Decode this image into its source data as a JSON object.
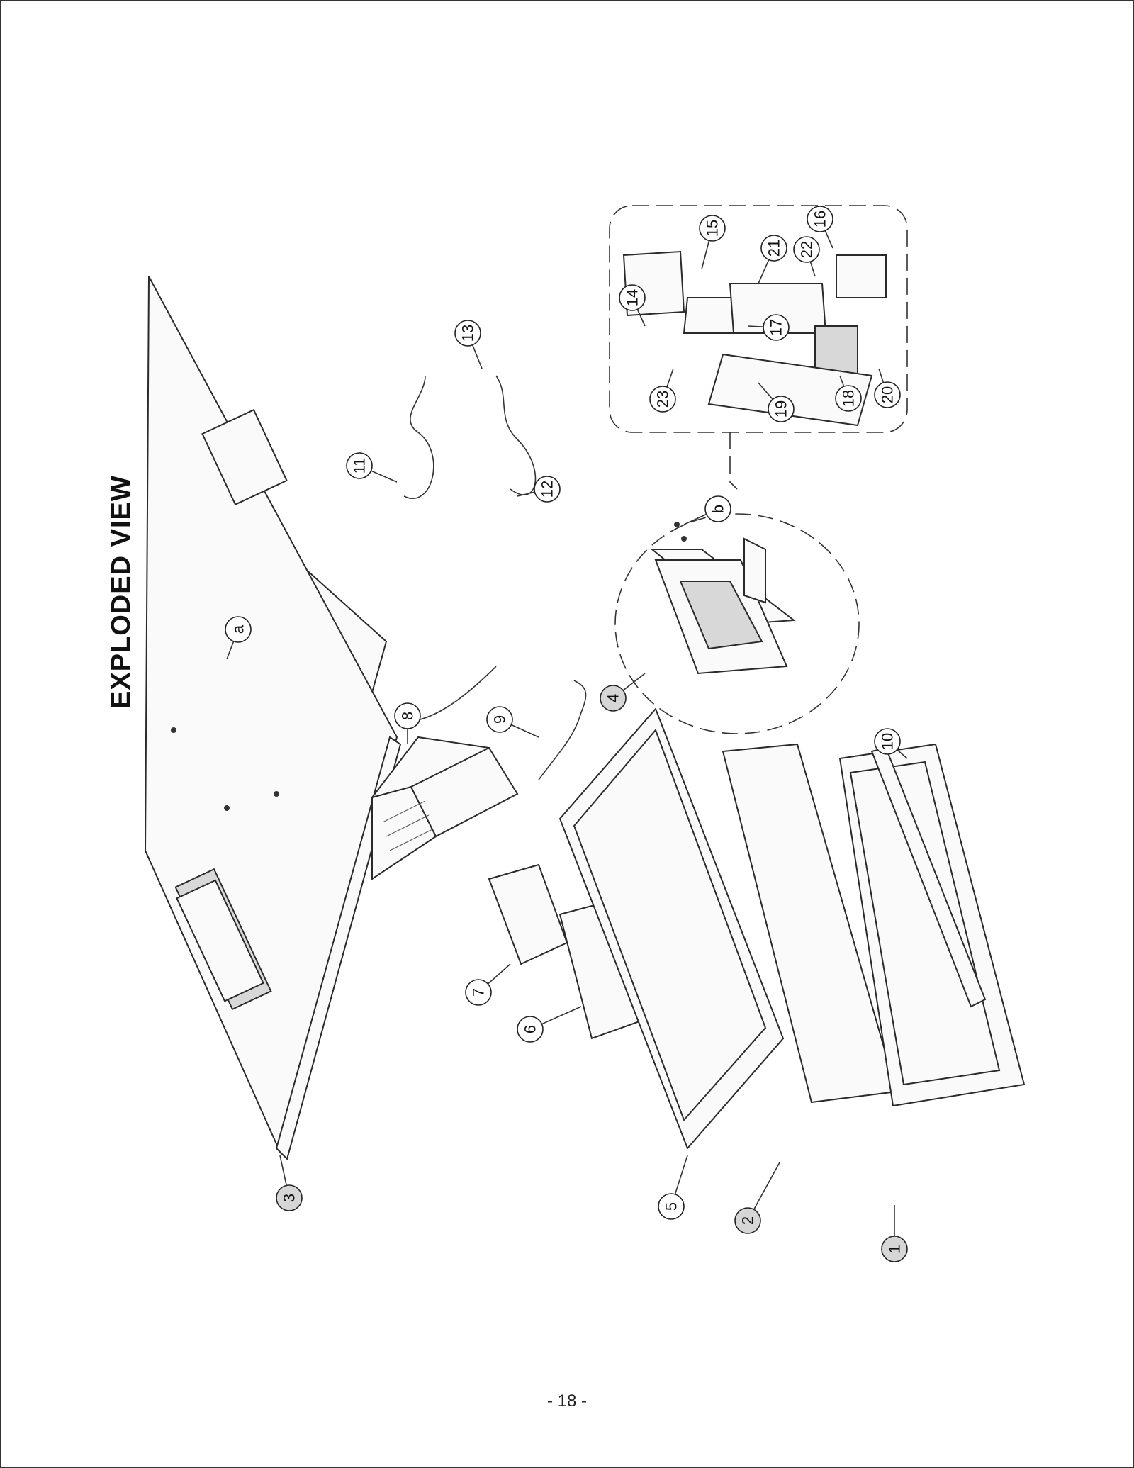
{
  "title": "EXPLODED VIEW",
  "page_number": "- 18 -",
  "callouts": [
    {
      "id": "1",
      "label": "1",
      "style": "filled"
    },
    {
      "id": "2",
      "label": "2",
      "style": "filled"
    },
    {
      "id": "3",
      "label": "3",
      "style": "filled"
    },
    {
      "id": "4",
      "label": "4",
      "style": "filled"
    },
    {
      "id": "5",
      "label": "5",
      "style": "outline"
    },
    {
      "id": "6",
      "label": "6",
      "style": "outline"
    },
    {
      "id": "7",
      "label": "7",
      "style": "outline"
    },
    {
      "id": "8",
      "label": "8",
      "style": "outline"
    },
    {
      "id": "9",
      "label": "9",
      "style": "outline"
    },
    {
      "id": "10",
      "label": "10",
      "style": "outline"
    },
    {
      "id": "11",
      "label": "11",
      "style": "outline"
    },
    {
      "id": "12",
      "label": "12",
      "style": "outline"
    },
    {
      "id": "13",
      "label": "13",
      "style": "outline"
    },
    {
      "id": "14",
      "label": "14",
      "style": "outline"
    },
    {
      "id": "15",
      "label": "15",
      "style": "outline"
    },
    {
      "id": "16",
      "label": "16",
      "style": "outline"
    },
    {
      "id": "17",
      "label": "17",
      "style": "outline"
    },
    {
      "id": "18",
      "label": "18",
      "style": "outline"
    },
    {
      "id": "19",
      "label": "19",
      "style": "outline"
    },
    {
      "id": "20",
      "label": "20",
      "style": "outline"
    },
    {
      "id": "21",
      "label": "21",
      "style": "outline"
    },
    {
      "id": "22",
      "label": "22",
      "style": "outline"
    },
    {
      "id": "23",
      "label": "23",
      "style": "outline"
    },
    {
      "id": "a",
      "label": "a",
      "style": "outline"
    },
    {
      "id": "b",
      "label": "b",
      "style": "outline"
    }
  ],
  "colors": {
    "filled_callout": "#d6d6d6",
    "outline_callout": "#ffffff",
    "ink": "#222222"
  }
}
